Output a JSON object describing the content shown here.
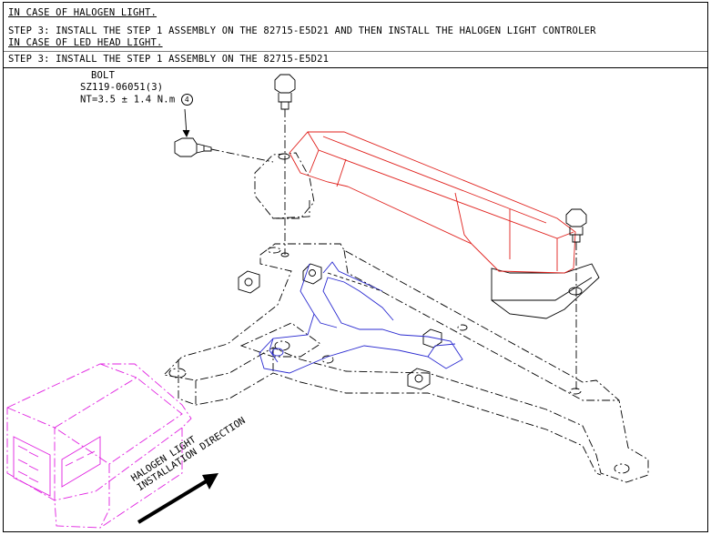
{
  "header": {
    "line1": "IN CASE OF HALOGEN LIGHT.",
    "line2": "STEP 3: INSTALL THE STEP 1 ASSEMBLY ON THE 82715-E5D21 AND THEN INSTALL THE  HALOGEN LIGHT CONTROLER",
    "line3": "IN CASE OF LED HEAD LIGHT.",
    "line4": "STEP 3: INSTALL THE STEP 1 ASSEMBLY ON THE 82715-E5D21"
  },
  "bolt_callout": {
    "name": "BOLT",
    "part_number": "SZ119-06051(3)",
    "torque": "NT=3.5 ± 1.4 N.m",
    "torque_index": "4"
  },
  "direction_label": {
    "line1": "HALOGEN LIGHT",
    "line2": "INSTALLATION DIRECTION"
  },
  "colors": {
    "bracket": "#000000",
    "light_assembly": "#e0201c",
    "wire_harness": "#2a2ad0",
    "controller": "#e020e0"
  }
}
